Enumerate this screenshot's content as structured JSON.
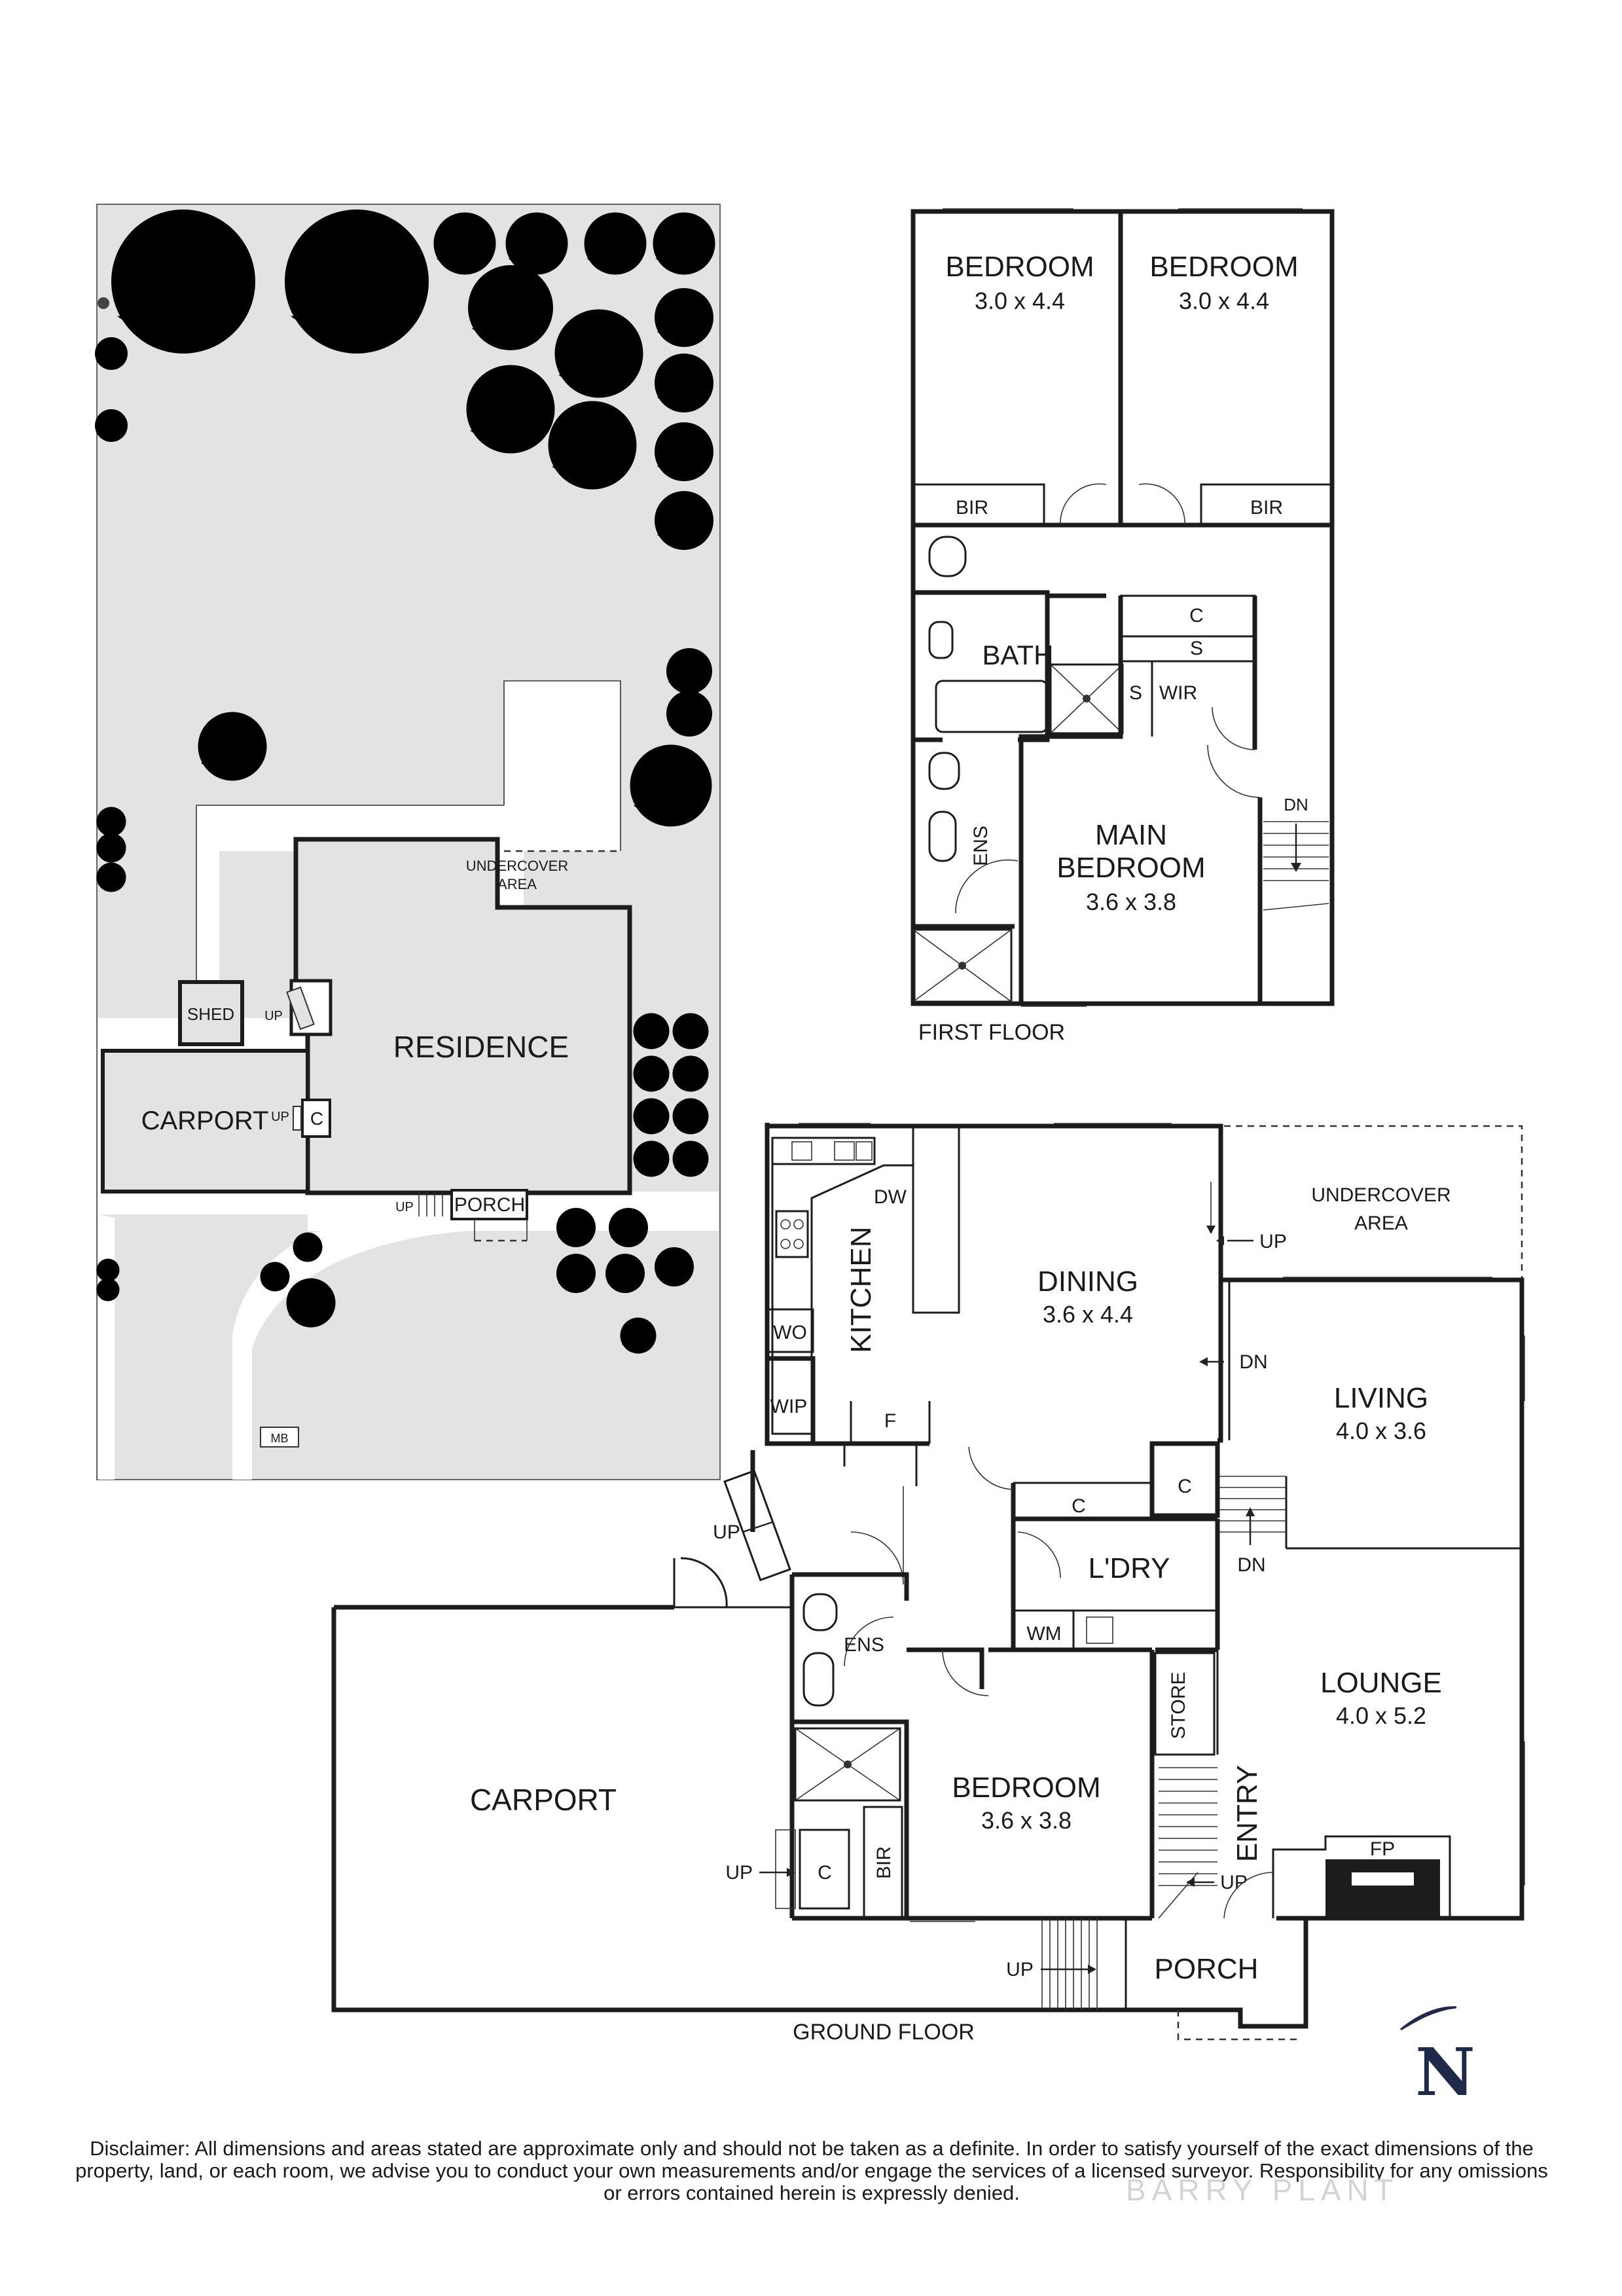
{
  "site_plan": {
    "residence": "RESIDENCE",
    "carport": "CARPORT",
    "shed": "SHED",
    "undercover_line1": "UNDERCOVER",
    "undercover_line2": "AREA",
    "porch": "PORCH",
    "c": "C",
    "up": "UP",
    "mb": "MB"
  },
  "first_floor": {
    "title": "FIRST FLOOR",
    "bedroom1": {
      "name": "BEDROOM",
      "dims": "3.0 x 4.4"
    },
    "bedroom2": {
      "name": "BEDROOM",
      "dims": "3.0 x 4.4"
    },
    "bir_left": "BIR",
    "bir_right": "BIR",
    "bath": "BATH",
    "c": "C",
    "s_top": "S",
    "s_side": "S",
    "wir": "WIR",
    "ens": "ENS",
    "dn": "DN",
    "main_bedroom": {
      "line1": "MAIN",
      "line2": "BEDROOM",
      "dims": "3.6 x 3.8"
    }
  },
  "ground_floor": {
    "title": "GROUND FLOOR",
    "kitchen": "KITCHEN",
    "dw": "DW",
    "wo": "WO",
    "wip": "WIP",
    "f": "F",
    "dining": {
      "name": "DINING",
      "dims": "3.6 x 4.4"
    },
    "undercover_line1": "UNDERCOVER",
    "undercover_line2": "AREA",
    "up_deck": "UP",
    "dn_living": "DN",
    "living": {
      "name": "LIVING",
      "dims": "4.0 x 3.6"
    },
    "c_laundry": "C",
    "c_stair": "C",
    "laundry": "L'DRY",
    "dn_stair": "DN",
    "wm": "WM",
    "ens": "ENS",
    "store": "STORE",
    "lounge": {
      "name": "LOUNGE",
      "dims": "4.0 x 5.2"
    },
    "entry": "ENTRY",
    "up_entry": "UP",
    "fp": "FP",
    "bedroom": {
      "name": "BEDROOM",
      "dims": "3.6 x 3.8"
    },
    "carport": "CARPORT",
    "up_carport_door": "UP",
    "up_c": "UP",
    "c": "C",
    "bir": "BIR",
    "up_porch": "UP",
    "porch": "PORCH"
  },
  "compass": {
    "letter": "N"
  },
  "disclaimer": "Disclaimer: All dimensions and areas stated are approximate only and should not be taken as a definite. In order to satisfy yourself of the exact dimensions of the property, land, or each room, we advise you to conduct your own measurements and/or engage the services of a licensed surveyor. Responsibility for any omissions or errors contained herein is expressly denied.",
  "watermark": "BARRY PLANT"
}
